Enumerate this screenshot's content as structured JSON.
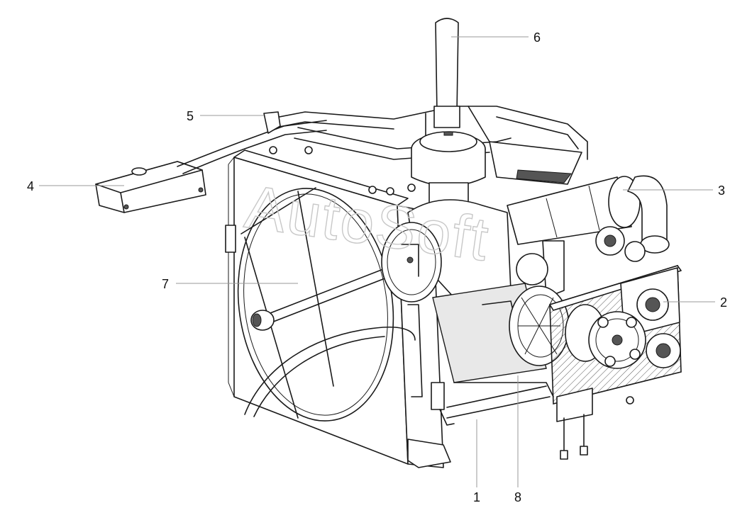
{
  "diagram": {
    "callouts": [
      {
        "id": "c1",
        "label": "1"
      },
      {
        "id": "c2",
        "label": "2"
      },
      {
        "id": "c3",
        "label": "3"
      },
      {
        "id": "c4",
        "label": "4"
      },
      {
        "id": "c5",
        "label": "5"
      },
      {
        "id": "c6",
        "label": "6"
      },
      {
        "id": "c7",
        "label": "7"
      },
      {
        "id": "c8",
        "label": "8"
      }
    ],
    "watermark": "AutoSoft"
  }
}
